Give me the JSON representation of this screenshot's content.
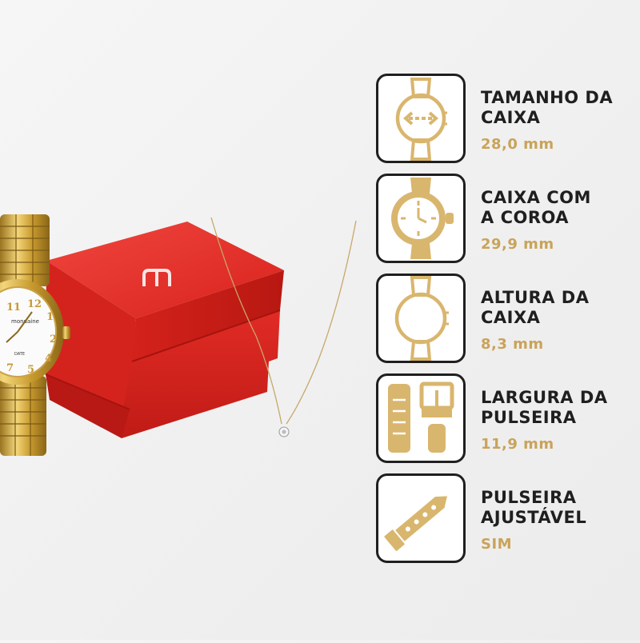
{
  "product": {
    "box_logo": "m",
    "watch_brand": "mondaine",
    "watch_date_label": "DATE"
  },
  "specs": [
    {
      "icon": "watch-case-size-icon",
      "label_lines": [
        "TAMANHO DA",
        "CAIXA"
      ],
      "value": "28,0 mm"
    },
    {
      "icon": "watch-crown-icon",
      "label_lines": [
        "CAIXA COM",
        "A COROA"
      ],
      "value": "29,9 mm"
    },
    {
      "icon": "watch-height-icon",
      "label_lines": [
        "ALTURA DA",
        "CAIXA"
      ],
      "value": "8,3 mm"
    },
    {
      "icon": "strap-width-icon",
      "label_lines": [
        "LARGURA DA",
        "PULSEIRA"
      ],
      "value": "11,9 mm"
    },
    {
      "icon": "adjustable-strap-icon",
      "label_lines": [
        "PULSEIRA",
        "AJUSTÁVEL"
      ],
      "value": "SIM"
    }
  ],
  "colors": {
    "accent_gold": "#c9a35a",
    "icon_gold": "#d9b66e",
    "text_dark": "#1f1f1f",
    "box_red": "#e12a24"
  }
}
